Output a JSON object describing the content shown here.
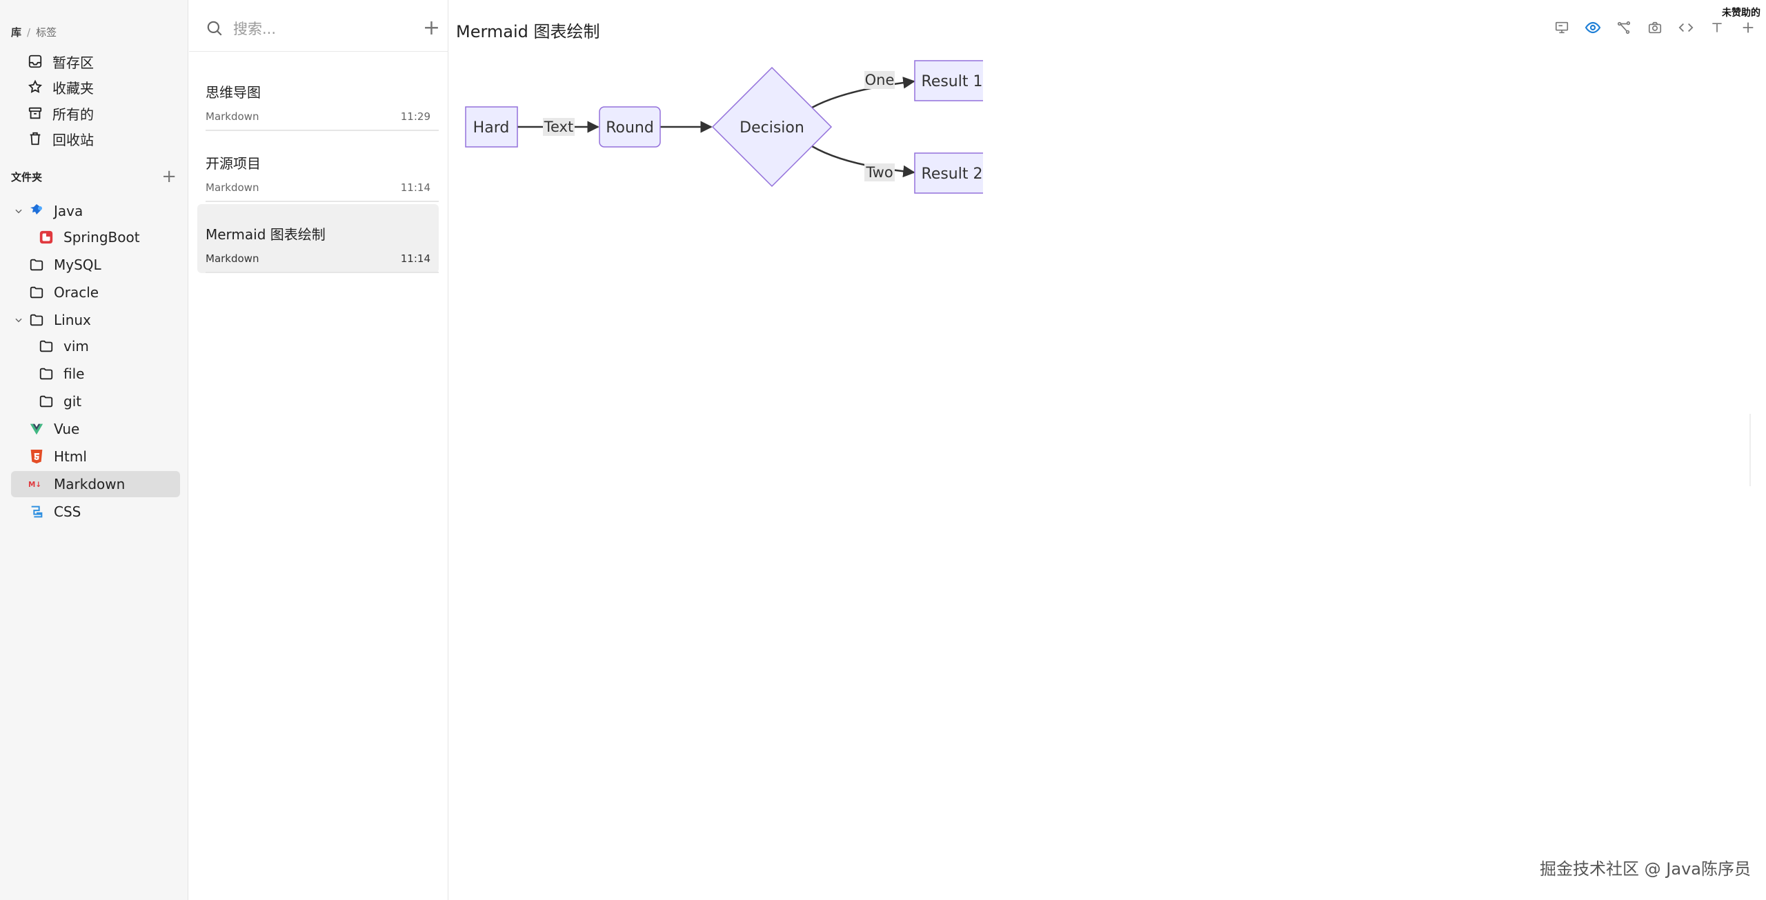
{
  "sidebar": {
    "lib": "库",
    "sep": "/",
    "tags": "标签",
    "nav": [
      {
        "label": "暂存区",
        "icon": "inbox-icon"
      },
      {
        "label": "收藏夹",
        "icon": "star-icon"
      },
      {
        "label": "所有的",
        "icon": "archive-icon"
      },
      {
        "label": "回收站",
        "icon": "trash-icon"
      }
    ],
    "folders_label": "文件夹",
    "folders_add": "+",
    "tree": [
      {
        "label": "Java",
        "icon": "java-icon"
      },
      {
        "label": "SpringBoot",
        "icon": "springboot-icon"
      },
      {
        "label": "MySQL",
        "icon": "folder-icon"
      },
      {
        "label": "Oracle",
        "icon": "folder-icon"
      },
      {
        "label": "Linux",
        "icon": "folder-icon"
      },
      {
        "label": "vim",
        "icon": "folder-icon"
      },
      {
        "label": "file",
        "icon": "folder-icon"
      },
      {
        "label": "git",
        "icon": "folder-icon"
      },
      {
        "label": "Vue",
        "icon": "vue-icon"
      },
      {
        "label": "Html",
        "icon": "html5-icon"
      },
      {
        "label": "Markdown",
        "icon": "markdown-icon"
      },
      {
        "label": "CSS",
        "icon": "css-icon"
      }
    ]
  },
  "notelist": {
    "search_placeholder": "搜索...",
    "add": "+",
    "notes": [
      {
        "title": "思维导图",
        "type": "Markdown",
        "time": "11:29"
      },
      {
        "title": "开源项目",
        "type": "Markdown",
        "time": "11:14"
      },
      {
        "title": "Mermaid 图表绘制",
        "type": "Markdown",
        "time": "11:14"
      }
    ]
  },
  "main": {
    "title": "Mermaid 图表绘制",
    "sponsor": "未赞助的",
    "toolbar": [
      "presentation-icon",
      "preview-eye-icon",
      "mindmap-icon",
      "camera-icon",
      "code-icon",
      "text-icon",
      "plus-icon"
    ],
    "accent": "#1e7fd6",
    "diagram": {
      "nodes": {
        "hard": "Hard",
        "round": "Round",
        "decision": "Decision",
        "result1": "Result 1",
        "result2": "Result 2"
      },
      "edges": {
        "text": "Text",
        "one": "One",
        "two": "Two"
      },
      "node_fill": "#ececff",
      "node_stroke": "#9370db"
    },
    "watermark": "掘金技术社区 @ Java陈序员"
  }
}
